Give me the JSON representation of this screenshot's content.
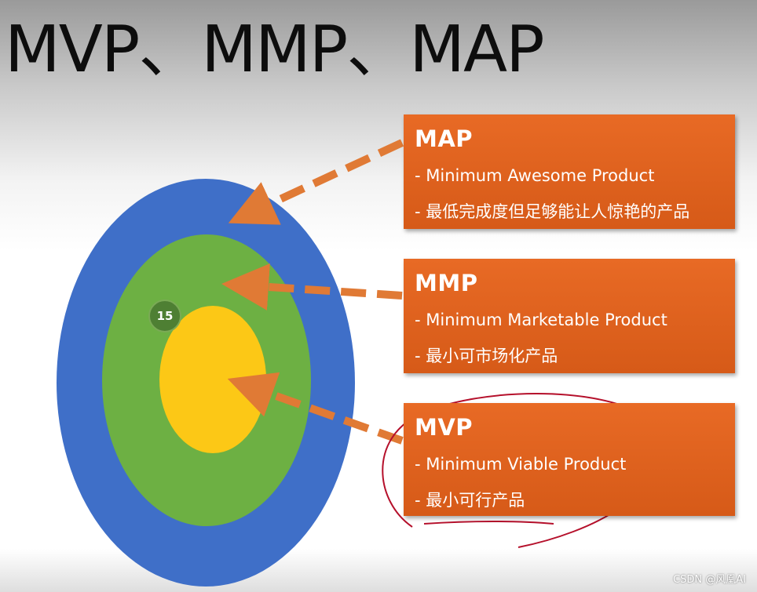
{
  "title": "MVP、MMP、MAP",
  "boxes": [
    {
      "title": "MAP",
      "line1": "- Minimum Awesome Product",
      "line2": "- 最低完成度但足够能让人惊艳的产品"
    },
    {
      "title": "MMP",
      "line1": "- Minimum Marketable Product",
      "line2": "- 最小可市场化产品"
    },
    {
      "title": "MVP",
      "line1": "- Minimum Viable Product",
      "line2": "- 最小可行产品"
    }
  ],
  "timer": "15",
  "watermark": "CSDN @风凰AI",
  "colors": {
    "outer_ring": "#3f6fc8",
    "middle_ring": "#6db043",
    "inner_core": "#fcc816",
    "box_fill": "#e2621f",
    "arrow": "#e07a35",
    "annotation_ink": "#b5102b"
  }
}
